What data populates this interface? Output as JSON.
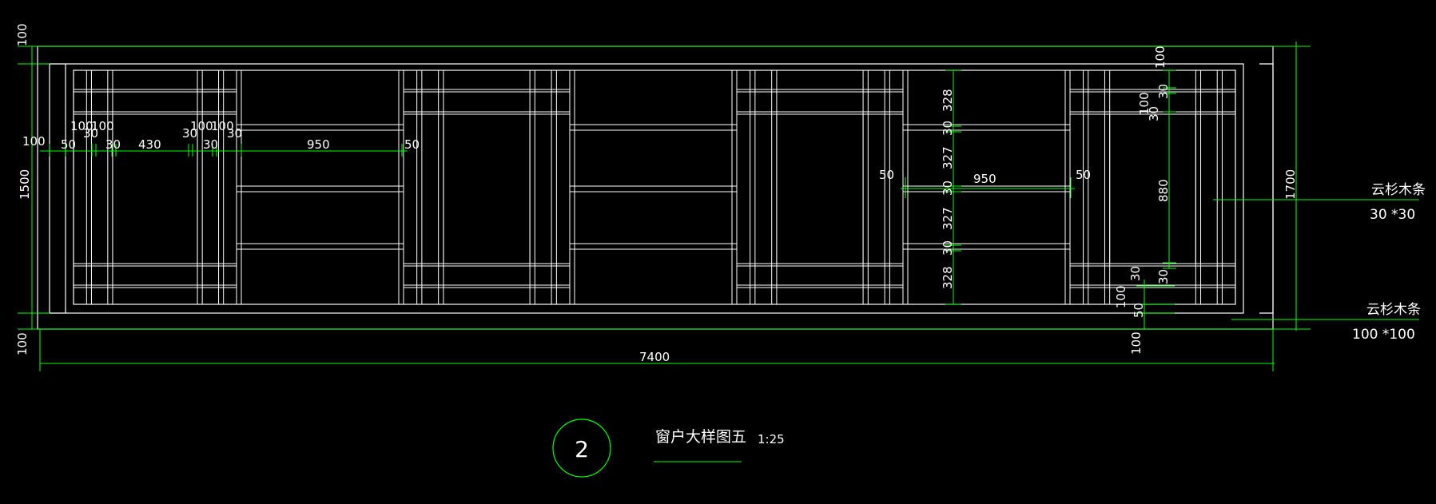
{
  "colors": {
    "background": "#000000",
    "frame": "#ffffff",
    "dimension": "#00ff00"
  },
  "dims": {
    "overall_width": "7400",
    "overall_height": "1700",
    "inner_height": "1500",
    "left_top": "100",
    "left_bottom": "100",
    "left_mid": "100",
    "left_w50": "50",
    "left_w30a": "30",
    "left_w30b": "30",
    "left_w430": "430",
    "left_w30c": "30",
    "left_w30d": "30",
    "left_w30e": "30",
    "left_w100a": "100",
    "left_w100b": "100",
    "left_w100c": "100",
    "left_w100d": "100",
    "left_w950": "950",
    "left_w50b": "50",
    "mid_w50a": "50",
    "mid_w950": "950",
    "mid_w50b": "50",
    "v328a": "328",
    "v30a": "30",
    "v327a": "327",
    "v30b": "30",
    "v327b": "327",
    "v30c": "30",
    "v328b": "328",
    "r_top100": "100",
    "r_30a": "30",
    "r_30b": "30",
    "r_100": "100",
    "r_880": "880",
    "r_30c": "30",
    "r_30d": "30",
    "r_100b": "100",
    "r_50": "50",
    "r_bot100": "100"
  },
  "labels": {
    "timber_small_name": "云杉木条",
    "timber_small_size": "30 *30",
    "timber_large_name": "云杉木条",
    "timber_large_size": "100 *100"
  },
  "title": {
    "number": "2",
    "name": "窗户大样图五",
    "scale": "1:25"
  }
}
